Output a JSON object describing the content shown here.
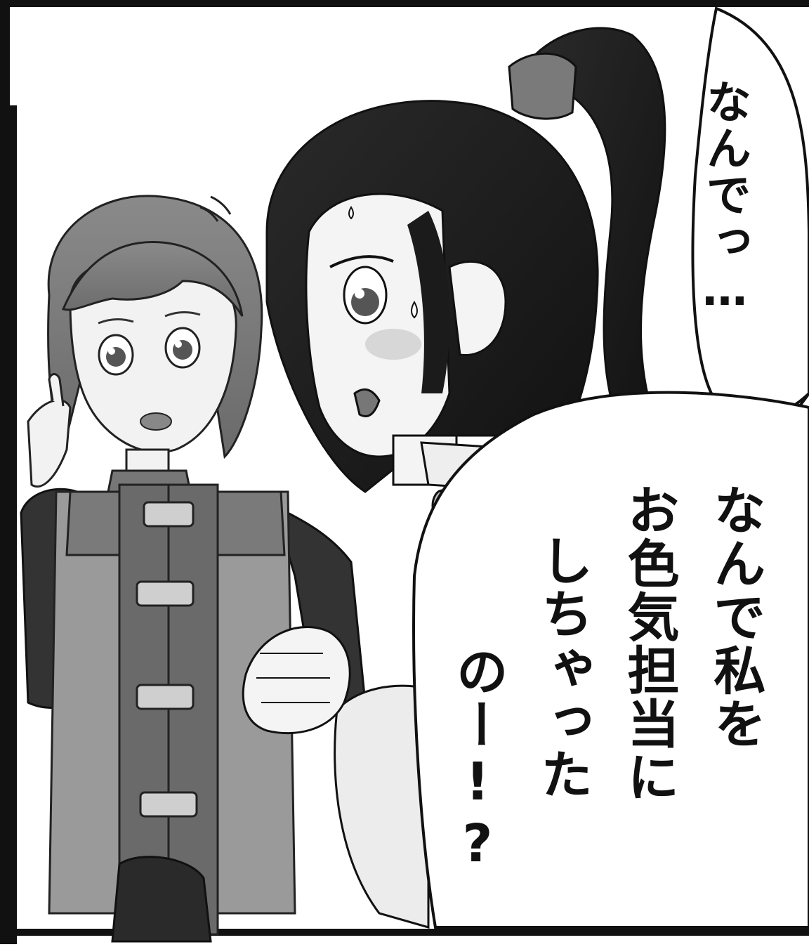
{
  "speech_bubbles": [
    {
      "id": "bubble-1",
      "lines": [
        "なんでっ…"
      ]
    },
    {
      "id": "bubble-2",
      "lines": [
        "なんで私を",
        "お色気担当に",
        "しちゃった",
        "のー!?"
      ]
    }
  ],
  "colors": {
    "ink": "#111111",
    "paper": "#ffffff"
  }
}
